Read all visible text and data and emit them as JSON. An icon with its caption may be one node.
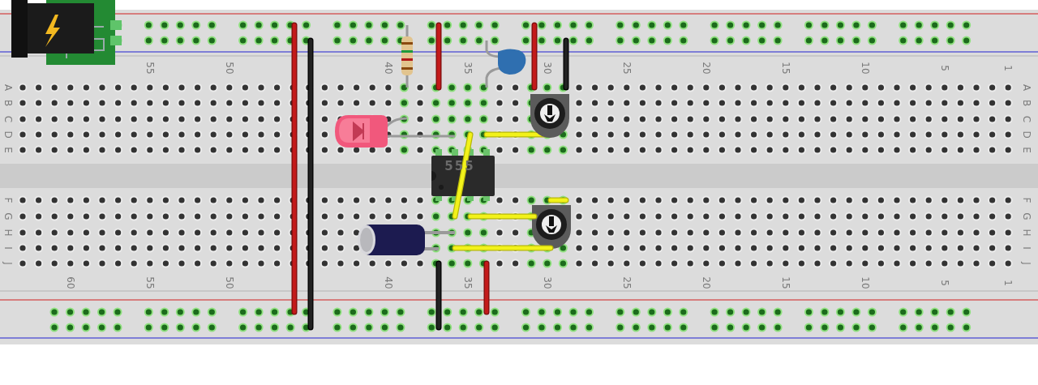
{
  "diagram": {
    "labels": [
      "55",
      "50",
      "40",
      "35",
      "30",
      "25",
      "20",
      "15",
      "10",
      "5",
      "1",
      "A",
      "A",
      "B",
      "B",
      "C",
      "C",
      "D",
      "D",
      "E",
      "E",
      "555",
      "F",
      "F",
      "G",
      "G",
      "H",
      "H",
      "I",
      "I",
      "J",
      "J",
      "60",
      "55",
      "50",
      "40",
      "35",
      "30",
      "25",
      "20",
      "15",
      "10",
      "5",
      "1"
    ]
  }
}
